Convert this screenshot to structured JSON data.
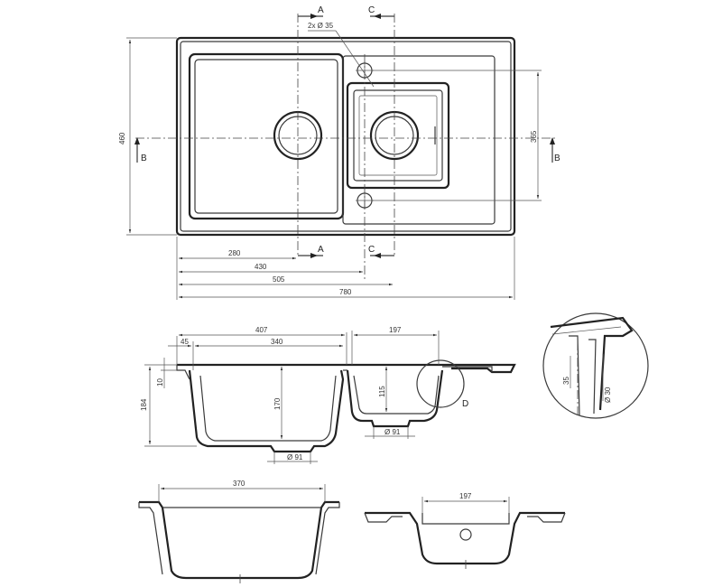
{
  "top_view": {
    "dim_length_total": "780",
    "dim_505": "505",
    "dim_430": "430",
    "dim_280": "280",
    "dim_width": "460",
    "dim_365": "365",
    "hole_note": "2x Ø 35",
    "section_a": "A",
    "section_b": "B",
    "section_c": "C"
  },
  "section_view": {
    "dim_407": "407",
    "dim_45": "45",
    "dim_340": "340",
    "dim_197": "197",
    "dim_184": "184",
    "dim_10": "10",
    "dim_170": "170",
    "dim_115": "115",
    "dim_drain_large": "Ø 91",
    "dim_drain_small": "Ø 91",
    "detail_label": "D"
  },
  "detail_view": {
    "dim_35": "35",
    "dim_phi30": "Ø 30"
  },
  "bottom_views": {
    "dim_370": "370",
    "dim_197": "197"
  }
}
